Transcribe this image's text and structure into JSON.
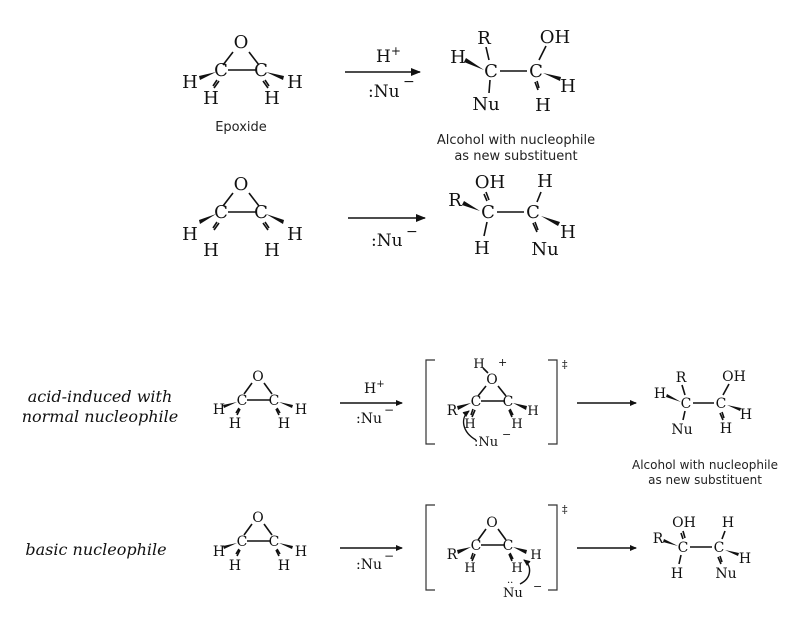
{
  "atoms": {
    "O": "O",
    "C": "C",
    "H": "H",
    "R": "R",
    "OH": "OH",
    "Nu": "Nu",
    "Hplus": "H+",
    "NuMinus": ":Nu",
    "minus": "−",
    "plus": "+",
    "dagger": "‡"
  },
  "labels": {
    "epoxide": "Epoxide",
    "product_line1": "Alcohol with nucleophile",
    "product_line2": "as new substituent",
    "acid_line1": "acid-induced with",
    "acid_line2": "normal nucleophile",
    "basic": "basic nucleophile"
  }
}
